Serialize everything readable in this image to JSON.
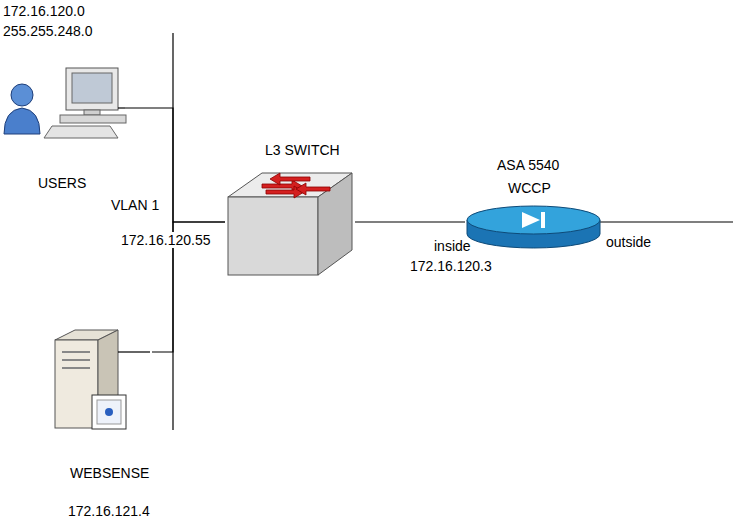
{
  "diagram": {
    "nodes": [
      {
        "text": [
          "USERS"
        ]
      },
      {
        "text": [
          "L3 SWITCH"
        ]
      },
      {
        "text": [
          "ASA 5540",
          "WCCP"
        ]
      },
      {
        "text": [
          "WEBSENSE",
          "172.16.121.4"
        ]
      }
    ],
    "edges": [
      {
        "from": 0,
        "to": 1,
        "arrow": "none"
      },
      {
        "from": 3,
        "to": 1,
        "arrow": "none"
      },
      {
        "from": 1,
        "to": 2,
        "arrow": "none"
      }
    ],
    "labels": [
      "172.16.120.0",
      "255.255.248.0",
      "VLAN 1",
      "172.16.120.55",
      "inside",
      "172.16.120.3",
      "outside"
    ]
  }
}
